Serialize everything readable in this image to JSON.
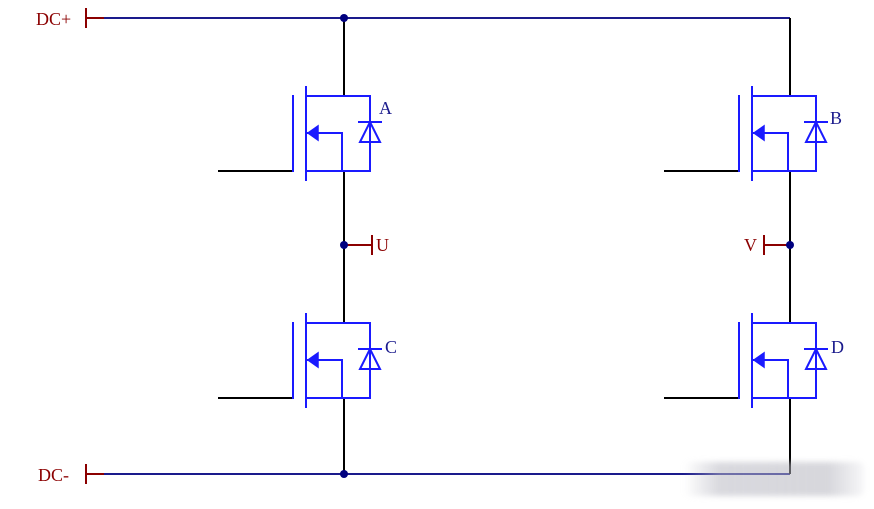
{
  "diagram": {
    "rails": {
      "positive_label": "DC+",
      "negative_label": "DC-"
    },
    "output_labels": {
      "left_midpoint": "U",
      "right_midpoint": "V"
    },
    "switch_labels": {
      "upper_left": "A",
      "upper_right": "B",
      "lower_left": "C",
      "lower_right": "D"
    },
    "colors": {
      "rail_wire": "#1a1a8c",
      "device_blue": "#1a1aff",
      "gate_wire": "#000000",
      "label_red": "#8b0000",
      "node_dot": "#00007f",
      "background": "#ffffff"
    }
  }
}
